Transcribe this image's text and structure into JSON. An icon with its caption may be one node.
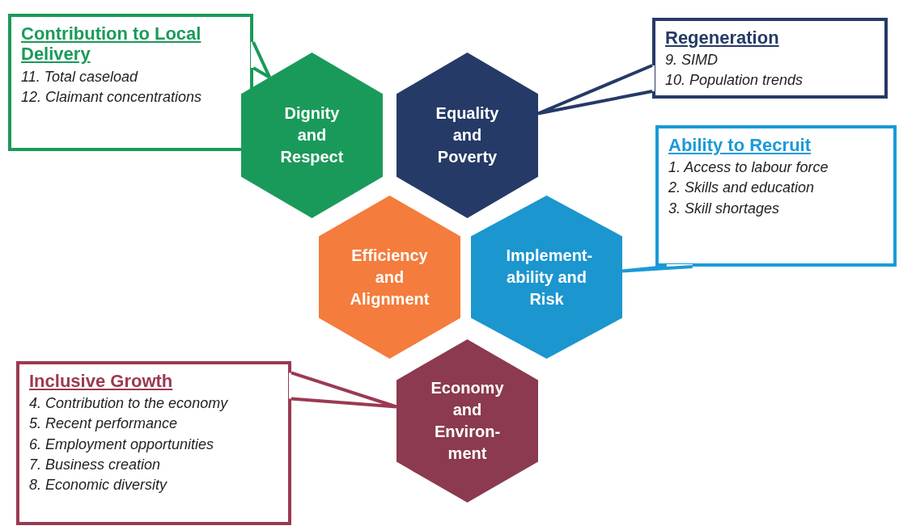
{
  "diagram": {
    "nodes": [
      {
        "text": [
          "Contribution to Local Delivery",
          "11. Total caseload",
          "12. Claimant concentrations"
        ]
      },
      {
        "text": [
          "Dignity and Respect"
        ]
      },
      {
        "text": [
          "Equality and Poverty"
        ]
      },
      {
        "text": [
          "Regeneration",
          "9. SIMD",
          "10. Population trends"
        ]
      },
      {
        "text": [
          "Ability to Recruit",
          "1. Access to labour force",
          "2. Skills and education",
          "3. Skill shortages"
        ]
      },
      {
        "text": [
          "Efficiency and Alignment"
        ]
      },
      {
        "text": [
          "Implement-ability and Risk"
        ]
      },
      {
        "text": [
          "Inclusive Growth",
          "4. Contribution to the economy",
          "5. Recent performance",
          "6. Employment opportunities",
          "7. Business creation",
          "8. Economic diversity"
        ]
      },
      {
        "text": [
          "Economy and Environ-ment"
        ]
      }
    ],
    "edges": [
      {
        "from": 0,
        "to": 1,
        "arrow": "none",
        "color": "#1a9a5a"
      },
      {
        "from": 3,
        "to": 2,
        "arrow": "none",
        "color": "#253a66"
      },
      {
        "from": 4,
        "to": 6,
        "arrow": "none",
        "color": "#1b9ad6"
      },
      {
        "from": 7,
        "to": 8,
        "arrow": "none",
        "color": "#9b3a52"
      }
    ]
  }
}
